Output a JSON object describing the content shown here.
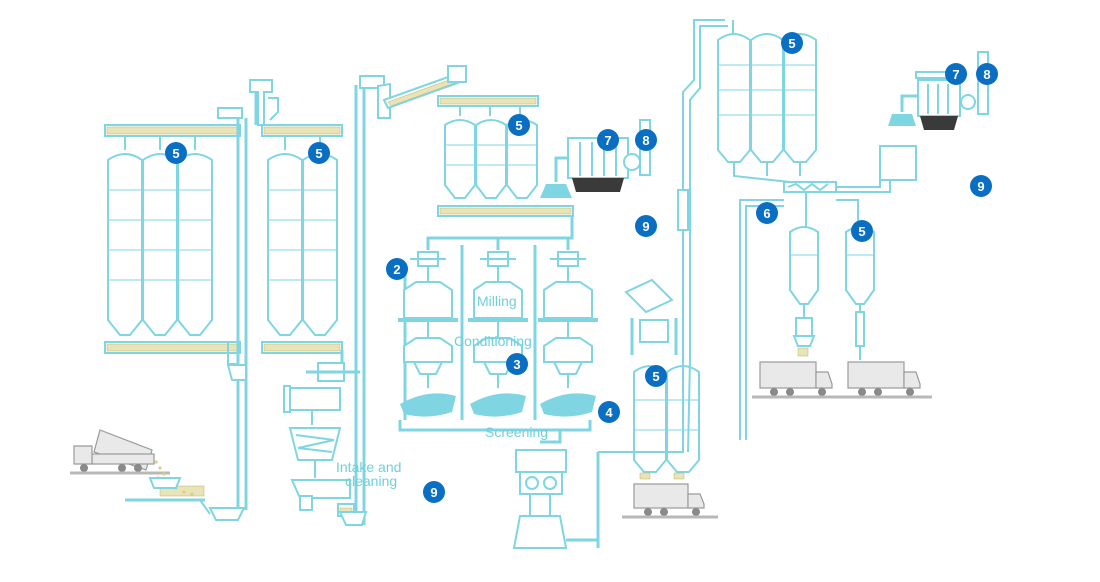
{
  "labels": {
    "milling": "Milling",
    "conditioning": "Conditioning",
    "screening": "Screening",
    "intake_line1": "Intake and",
    "intake_line2": "cleaning"
  },
  "badges": {
    "b5_left_silo": "5",
    "b5_mid_silo": "5",
    "b5_top_silo": "5",
    "b7_top": "7",
    "b8_top": "8",
    "b9_center": "9",
    "b2": "2",
    "b3": "3",
    "b4": "4",
    "b5_loadout": "5",
    "b9_bottom": "9",
    "b5_right_big": "5",
    "b7_right": "7",
    "b8_right": "8",
    "b9_right": "9",
    "b6": "6",
    "b5_small_right": "5"
  },
  "colors": {
    "accent": "#7fd6e2",
    "badge": "#0a6fc2",
    "grain": "#e9e3b8",
    "truck": "#9a9a9a"
  }
}
